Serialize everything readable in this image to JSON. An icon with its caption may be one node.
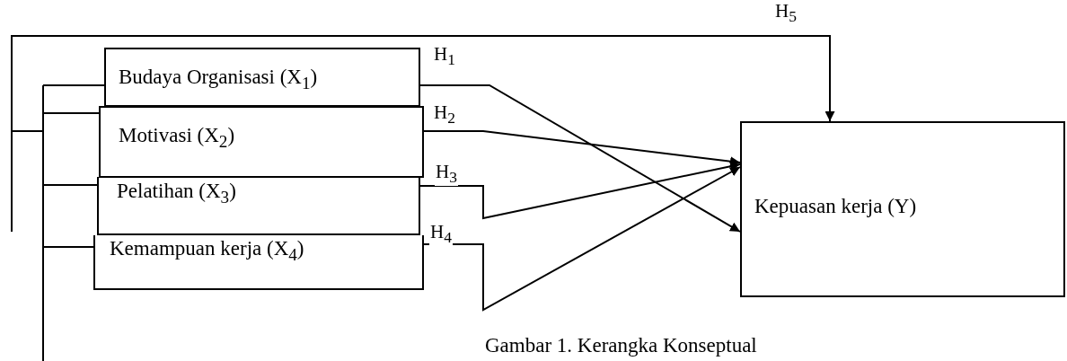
{
  "diagram": {
    "caption": "Gambar 1. Kerangka Konseptual",
    "nodes": [
      {
        "text": [
          "Budaya Organisasi (X$_{1}$)"
        ]
      },
      {
        "text": [
          "Motivasi (X$_{2}$)"
        ]
      },
      {
        "text": [
          "Pelatihan (X$_{3}$)"
        ]
      },
      {
        "text": [
          "Kemampuan kerja (X$_{4}$)"
        ]
      },
      {
        "text": [
          "Kepuasan kerja (Y)"
        ]
      }
    ],
    "edges": [
      {
        "from": 0,
        "to": 4,
        "arrow": "to",
        "label": "H$_{1}$"
      },
      {
        "from": 1,
        "to": 4,
        "arrow": "to",
        "label": "H$_{2}$"
      },
      {
        "from": 2,
        "to": 4,
        "arrow": "to",
        "label": "H$_{3}$"
      },
      {
        "from": 3,
        "to": 4,
        "arrow": "to",
        "label": "H$_{4}$"
      },
      {
        "from": 0,
        "to": 4,
        "arrow": "to",
        "label": "H$_{5}$"
      },
      {
        "from": 1,
        "to": 4,
        "arrow": "to"
      },
      {
        "from": 2,
        "to": 4,
        "arrow": "to"
      },
      {
        "from": 3,
        "to": 4,
        "arrow": "to"
      }
    ]
  }
}
